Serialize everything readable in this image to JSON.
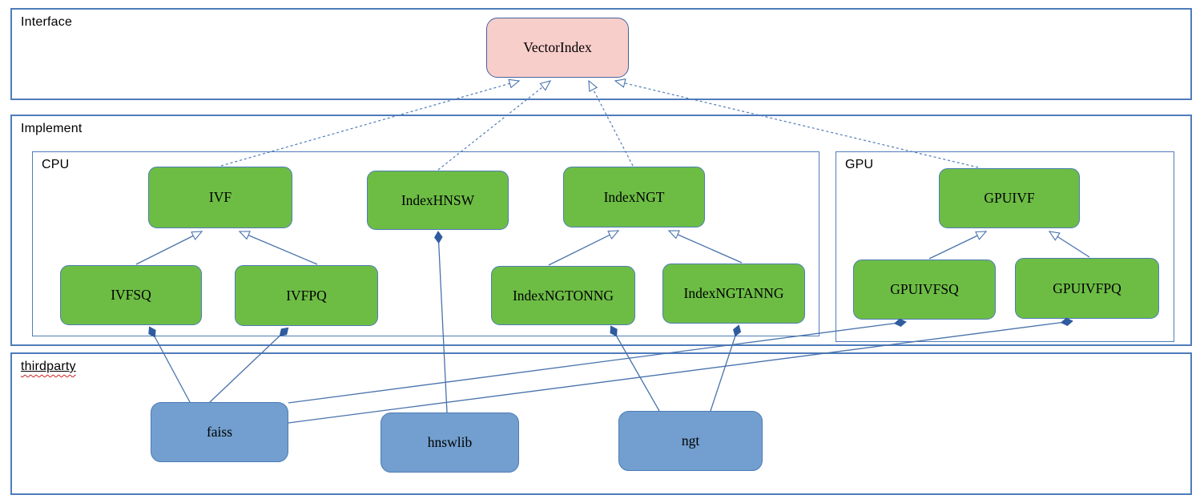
{
  "containers": {
    "interface": {
      "label": "Interface"
    },
    "implement": {
      "label": "Implement"
    },
    "cpu": {
      "label": "CPU"
    },
    "gpu": {
      "label": "GPU"
    },
    "thirdparty": {
      "label": "thirdparty"
    }
  },
  "nodes": {
    "vectorindex": {
      "label": "VectorIndex",
      "group": "interface",
      "color": "#f8cecb"
    },
    "ivf": {
      "label": "IVF",
      "group": "cpu",
      "color": "#6dbd45"
    },
    "indexhnsw": {
      "label": "IndexHNSW",
      "group": "cpu",
      "color": "#6dbd45"
    },
    "indexngt": {
      "label": "IndexNGT",
      "group": "cpu",
      "color": "#6dbd45"
    },
    "gpuivf": {
      "label": "GPUIVF",
      "group": "gpu",
      "color": "#6dbd45"
    },
    "ivfsq": {
      "label": "IVFSQ",
      "group": "cpu",
      "color": "#6dbd45"
    },
    "ivfpq": {
      "label": "IVFPQ",
      "group": "cpu",
      "color": "#6dbd45"
    },
    "indexngtonng": {
      "label": "IndexNGTONNG",
      "group": "cpu",
      "color": "#6dbd45"
    },
    "indexngtanng": {
      "label": "IndexNGTANNG",
      "group": "cpu",
      "color": "#6dbd45"
    },
    "gpuivfsq": {
      "label": "GPUIVFSQ",
      "group": "gpu",
      "color": "#6dbd45"
    },
    "gpuivfpq": {
      "label": "GPUIVFPQ",
      "group": "gpu",
      "color": "#6dbd45"
    },
    "faiss": {
      "label": "faiss",
      "group": "thirdparty",
      "color": "#729fcf"
    },
    "hnswlib": {
      "label": "hnswlib",
      "group": "thirdparty",
      "color": "#729fcf"
    },
    "ngt": {
      "label": "ngt",
      "group": "thirdparty",
      "color": "#729fcf"
    }
  },
  "relations": [
    {
      "from": "IVF",
      "to": "VectorIndex",
      "type": "realization-dashed-hollow-arrow"
    },
    {
      "from": "IndexHNSW",
      "to": "VectorIndex",
      "type": "realization-dashed-hollow-arrow"
    },
    {
      "from": "IndexNGT",
      "to": "VectorIndex",
      "type": "realization-dashed-hollow-arrow"
    },
    {
      "from": "GPUIVF",
      "to": "VectorIndex",
      "type": "realization-dashed-hollow-arrow"
    },
    {
      "from": "IVFSQ",
      "to": "IVF",
      "type": "inheritance-hollow-arrow"
    },
    {
      "from": "IVFPQ",
      "to": "IVF",
      "type": "inheritance-hollow-arrow"
    },
    {
      "from": "IndexNGTONNG",
      "to": "IndexNGT",
      "type": "inheritance-hollow-arrow"
    },
    {
      "from": "IndexNGTANNG",
      "to": "IndexNGT",
      "type": "inheritance-hollow-arrow"
    },
    {
      "from": "GPUIVFSQ",
      "to": "GPUIVF",
      "type": "inheritance-hollow-arrow"
    },
    {
      "from": "GPUIVFPQ",
      "to": "GPUIVF",
      "type": "inheritance-hollow-arrow"
    },
    {
      "from": "faiss",
      "to": "IVFSQ",
      "type": "composition-diamond"
    },
    {
      "from": "faiss",
      "to": "IVFPQ",
      "type": "composition-diamond"
    },
    {
      "from": "faiss",
      "to": "GPUIVFSQ",
      "type": "composition-diamond"
    },
    {
      "from": "faiss",
      "to": "GPUIVFPQ",
      "type": "composition-diamond"
    },
    {
      "from": "hnswlib",
      "to": "IndexHNSW",
      "type": "composition-diamond"
    },
    {
      "from": "ngt",
      "to": "IndexNGTONNG",
      "type": "composition-diamond"
    },
    {
      "from": "ngt",
      "to": "IndexNGTANNG",
      "type": "composition-diamond"
    }
  ],
  "colors": {
    "node_green": "#6dbd45",
    "node_blue": "#729fcf",
    "node_pink": "#f8cecb",
    "border_blue": "#4d7cb5",
    "container_border": "#4f7cba",
    "edge": "#4872ac",
    "spellcheck_wave": "#cc2222"
  }
}
